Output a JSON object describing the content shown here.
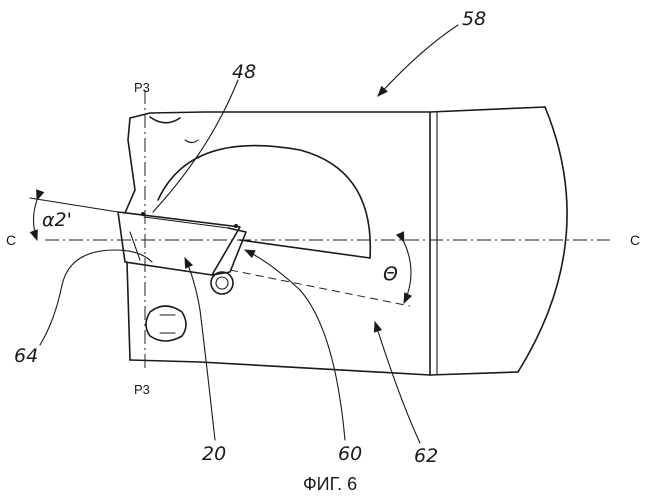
{
  "figure": {
    "caption": "ФИГ. 6",
    "axis_label_left": "C",
    "axis_label_right": "C",
    "plane_label_top": "P3",
    "plane_label_bottom": "P3",
    "angle_alpha": "α2'",
    "angle_theta": "Θ",
    "refs": {
      "r58": "58",
      "r48": "48",
      "r64": "64",
      "r20": "20",
      "r60": "60",
      "r62": "62"
    }
  }
}
